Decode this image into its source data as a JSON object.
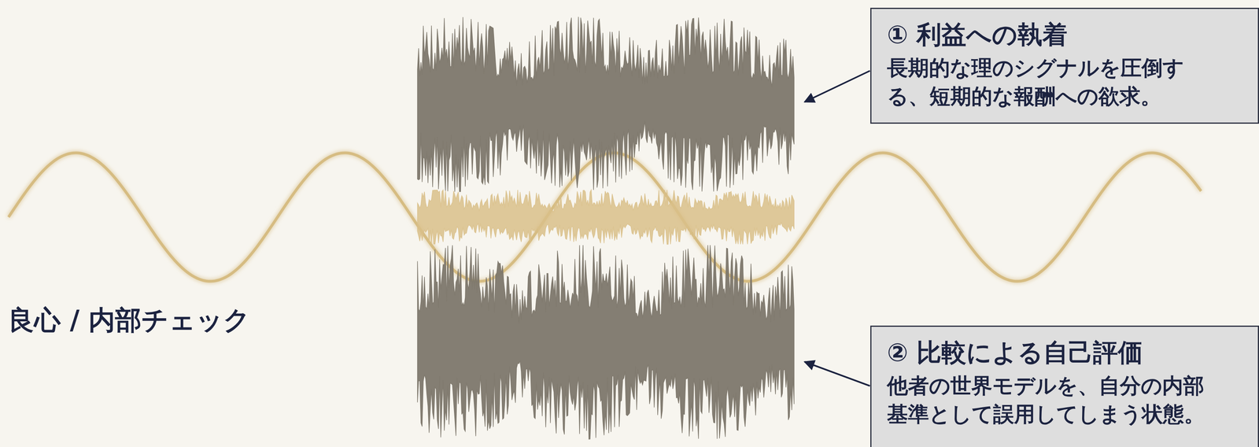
{
  "diagram": {
    "nodes": [
      {
        "text": [
          "① 利益への執着",
          "長期的な理のシグナルを圧倒する、短期的な報酬への欲求。"
        ]
      },
      {
        "text": [
          "② 比較による自己評価",
          "他者の世界モデルを、自分の内部基準として誤用してしまう状態。"
        ]
      }
    ],
    "labels": [
      "良心 / 内部チェック"
    ]
  }
}
